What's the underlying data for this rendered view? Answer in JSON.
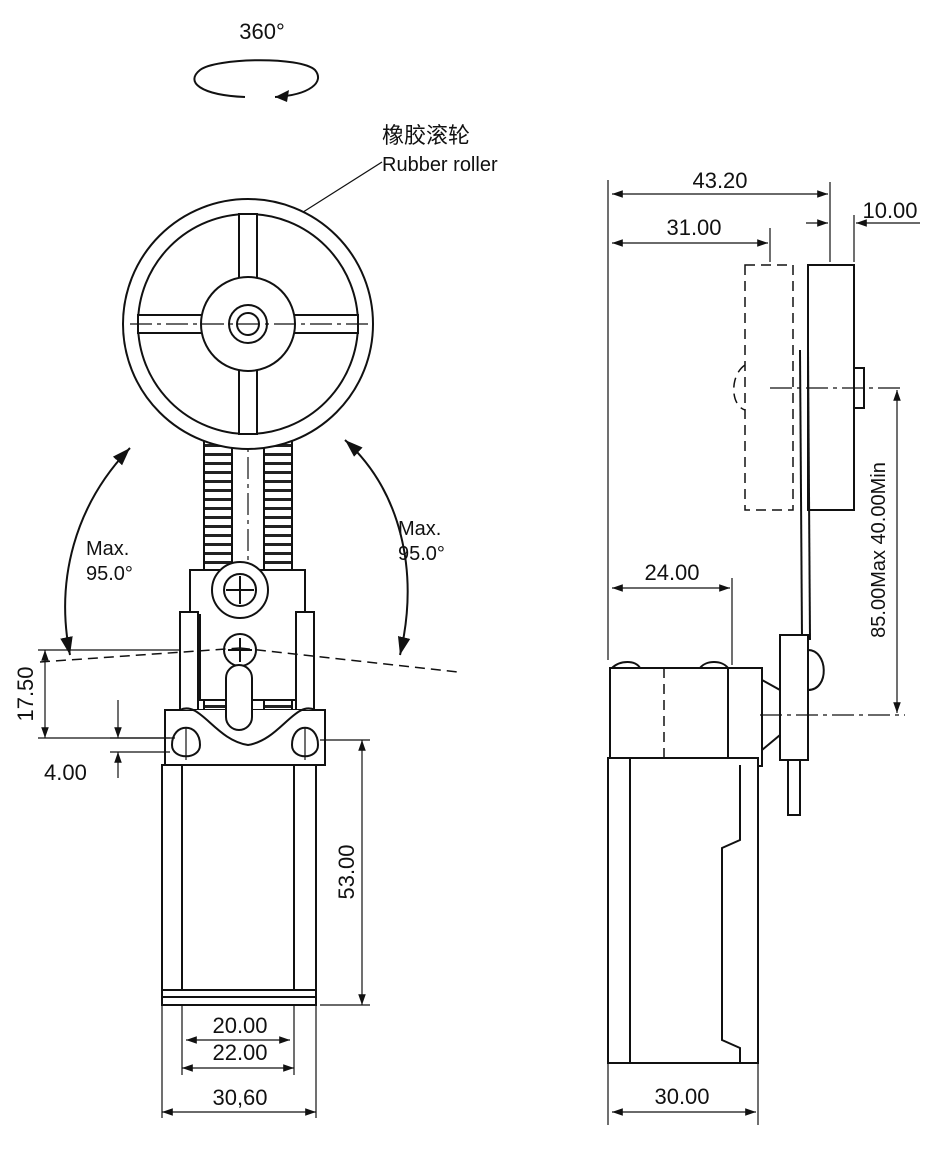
{
  "rotation_label": "360°",
  "roller_label_cn": "橡胶滚轮",
  "roller_label_en": "Rubber roller",
  "swing_left": {
    "line1": "Max.",
    "line2": "95.0°"
  },
  "swing_right": {
    "line1": "Max.",
    "line2": "95.0°"
  },
  "front_dims": {
    "d17_50": "17.50",
    "d4_00": "4.00",
    "d53_00": "53.00",
    "d20_00": "20.00",
    "d22_00": "22.00",
    "d30_60": "30,60"
  },
  "side_dims": {
    "d43_20": "43.20",
    "d31_00": "31.00",
    "d10_00": "10.00",
    "d24_00": "24.00",
    "d_range": "85.00Max 40.00Min",
    "d30_00": "30.00"
  }
}
